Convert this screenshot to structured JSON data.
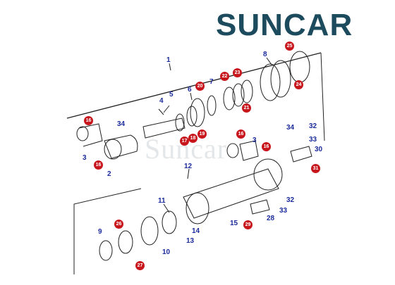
{
  "brand": {
    "logo_text": "SUNCAR",
    "watermark_text": "Suncar",
    "logo_color": "#1d4b5e"
  },
  "colors": {
    "badge": "#c8161d",
    "callout": "#1a2a9a",
    "line": "#222222"
  },
  "parts": {
    "p1": "1",
    "p2": "2",
    "p3a": "3",
    "p3b": "3",
    "p4": "4",
    "p5": "5",
    "p6": "6",
    "p7": "7",
    "p8": "8",
    "p9": "9",
    "p10": "10",
    "p11": "11",
    "p12": "12",
    "p13": "13",
    "p14": "14",
    "p15": "15",
    "p28": "28",
    "p30": "30",
    "p32a": "32",
    "p32b": "32",
    "p33a": "33",
    "p33b": "33",
    "p34a": "34",
    "p34b": "34"
  },
  "badges": {
    "b16a": "16",
    "b16b": "16",
    "b16c": "16",
    "b16d": "16",
    "b17": "17",
    "b18": "18",
    "b19": "19",
    "b20": "20",
    "b21": "21",
    "b22": "22",
    "b23": "23",
    "b24": "24",
    "b25": "25",
    "b26": "26",
    "b27": "27",
    "b29": "29",
    "b31": "31"
  }
}
